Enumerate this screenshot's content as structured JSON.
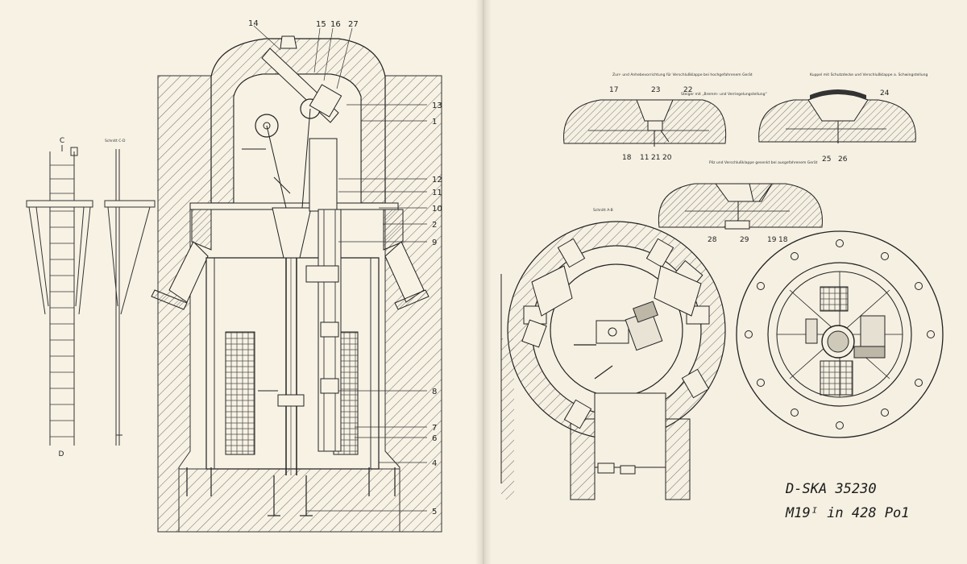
{
  "left_page": {
    "callouts": [
      "14",
      "15",
      "16",
      "27",
      "13",
      "1",
      "12",
      "11",
      "10",
      "2",
      "9",
      "8",
      "7",
      "6",
      "4",
      "5"
    ],
    "section_cd_label": "Schnitt C-D",
    "ladder_top_label": "C",
    "ladder_bottom_label": "D"
  },
  "right_page": {
    "caption_a": "Zurr- und Anhebevorrichtung für Verschlußklappe bei hochgefahrenem Gerät",
    "caption_a_mid": "Steiger mit „Bremm- und Verriegelungstellung“",
    "caption_b": "Kuppel mit Schutzdecke und Verschlußklappe a. Schwingstellung",
    "caption_c": "Pilz und Verschlußklappe gesenkt bei ausgefahrenem Gerät",
    "section_ab_label": "Schnitt A-B",
    "callouts_a_top": [
      "17",
      "23",
      "22"
    ],
    "callouts_a_bottom": [
      "18",
      "11",
      "21",
      "20"
    ],
    "callouts_b": [
      "24",
      "25",
      "26"
    ],
    "callouts_c": [
      "28",
      "29",
      "19",
      "18"
    ],
    "reference_line1": "D-SKA 35230",
    "reference_line2": "M19ᴵ in 428 Po1"
  }
}
